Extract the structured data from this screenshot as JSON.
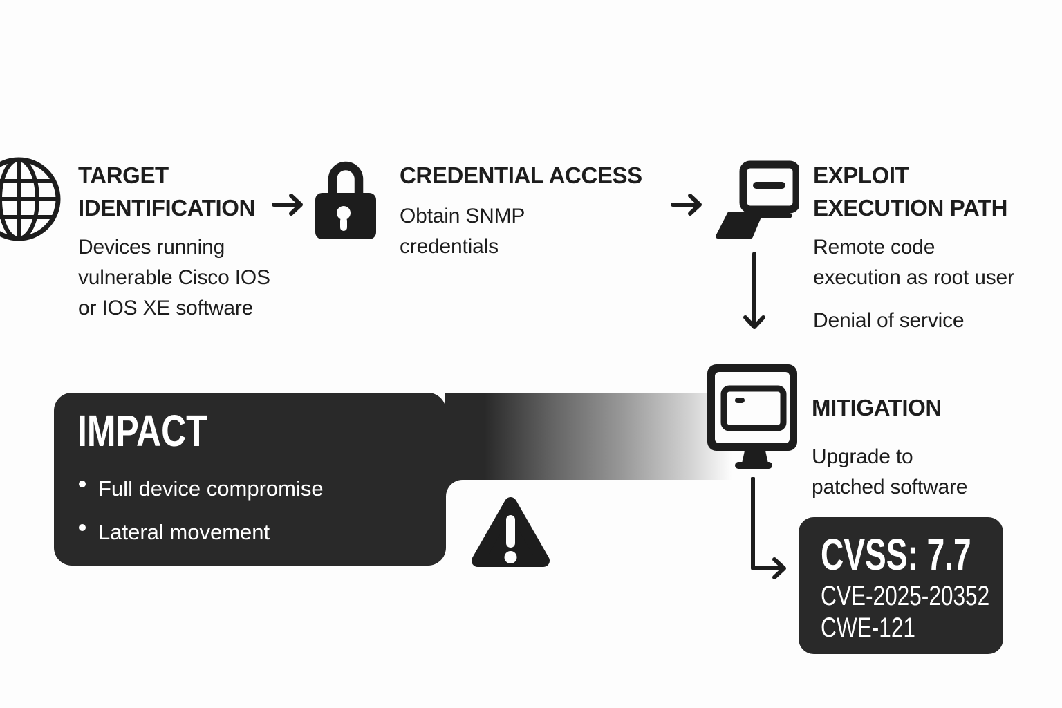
{
  "colors": {
    "background": "#fdfdfd",
    "ink": "#1d1d1d",
    "panel": "#292929",
    "panel_text": "#ffffff"
  },
  "steps": [
    {
      "icon": "globe",
      "title_line1": "TARGET",
      "title_line2": "IDENTIFICATION",
      "body_line1": "Devices running",
      "body_line2": "vulnerable Cisco IOS",
      "body_line3": "or IOS XE software"
    },
    {
      "icon": "padlock",
      "title_line1": "CREDENTIAL ACCESS",
      "body_line1": "Obtain SNMP",
      "body_line2": "credentials"
    },
    {
      "icon": "laptop",
      "title_line1": "EXPLOIT",
      "title_line2": "EXECUTION PATH",
      "body_line1": "Remote code",
      "body_line2": "execution as root user",
      "body2_line1": "Denial of service"
    }
  ],
  "impact": {
    "title": "IMPACT",
    "bullet1": "Full device compromise",
    "bullet2": "Lateral movement"
  },
  "mitigation_monitor": {
    "icon": "monitor",
    "title": "MITIGATION",
    "body_line1": "Upgrade to",
    "body_line2": "patched software"
  },
  "mitigation_warning": {
    "icon": "warning-triangle",
    "title": "MITIGATION",
    "body_line1": "Upgrade to",
    "body_line2": "patched software"
  },
  "severity": {
    "cvss": "CVSS: 7.7",
    "cve": "CVE-2025-20352",
    "cwe": "CWE-121"
  }
}
